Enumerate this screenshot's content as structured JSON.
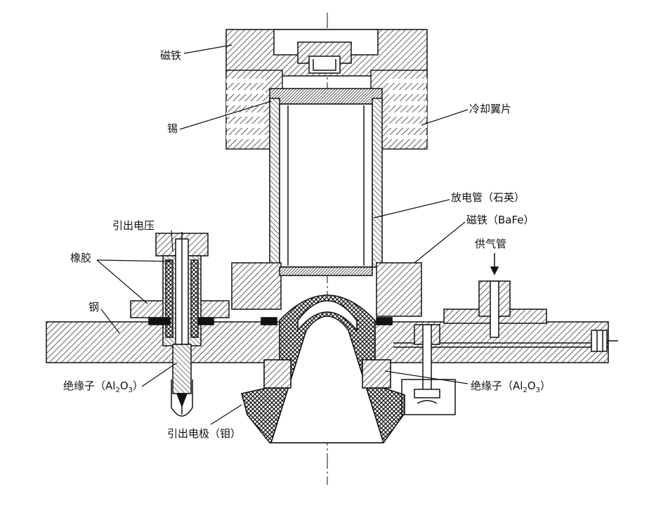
{
  "labels": {
    "magnet": "磁铁",
    "tin": "锡",
    "cooling_fins": "冷却翼片",
    "discharge_tube": "放电管（石英）",
    "magnet_bafe": "磁铁（BaFe）",
    "gas_supply_tube": "供气管",
    "extraction_voltage": "引出电压",
    "rubber": "橡胶",
    "steel": "钢",
    "insulator_left_prefix": "绝缘子（Al",
    "insulator_left_sub1": "2",
    "insulator_left_mid": "O",
    "insulator_left_sub2": "3",
    "insulator_left_suffix": "）",
    "insulator_right_prefix": "绝缘子（Al",
    "insulator_right_sub1": "2",
    "insulator_right_mid": "O",
    "insulator_right_sub2": "3",
    "insulator_right_suffix": "）",
    "extraction_electrode": "引出电极（钼）"
  }
}
